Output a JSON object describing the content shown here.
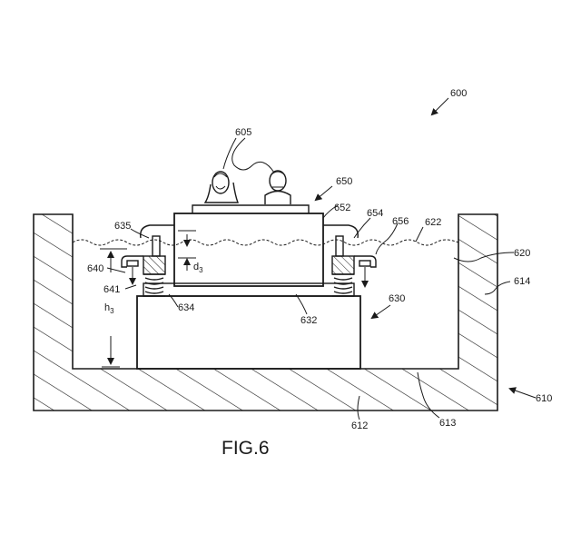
{
  "figure": {
    "caption": "FIG.6",
    "labels": {
      "l600": "600",
      "l605": "605",
      "l650": "650",
      "l652": "652",
      "l654": "654",
      "l656": "656",
      "l622": "622",
      "l635": "635",
      "l620": "620",
      "l614": "614",
      "l640": "640",
      "l641": "641",
      "l634": "634",
      "l630": "630",
      "l632": "632",
      "l610": "610",
      "l612": "612",
      "l613": "613",
      "d_base": "d",
      "d_sub": "3",
      "h_base": "h",
      "h_sub": "3"
    }
  }
}
